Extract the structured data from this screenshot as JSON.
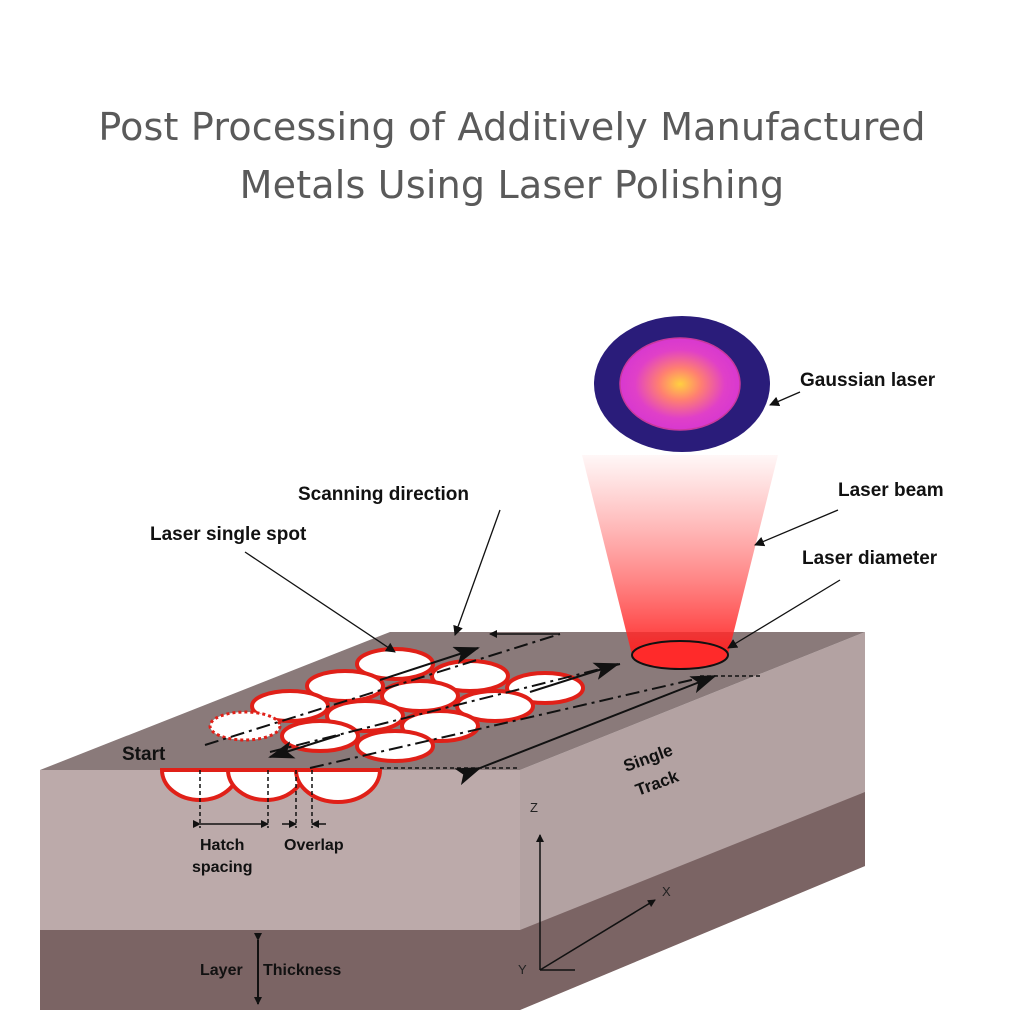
{
  "title": {
    "line1": "Post Processing of Additively Manufactured",
    "line2": "Metals Using Laser Polishing"
  },
  "labels": {
    "gaussian_laser": "Gaussian laser",
    "laser_beam": "Laser beam",
    "laser_diameter": "Laser diameter",
    "scanning_direction": "Scanning direction",
    "laser_single_spot": "Laser single spot",
    "start": "Start",
    "single": "Single",
    "track": "Track",
    "hatch": "Hatch",
    "spacing": "spacing",
    "overlap": "Overlap",
    "layer": "Layer",
    "thickness": "Thickness",
    "axis_z": "Z",
    "axis_x": "X",
    "axis_y": "Y"
  },
  "colors": {
    "title": "#5a5a5a",
    "block_top": "#8a7a7a",
    "block_front": "#b9a9a9",
    "block_side": "#b0a0a0",
    "layer_band": "#7b6464",
    "spot_outline": "#e02018",
    "laser_outer": "#2a1c7a",
    "laser_mid": "#e040c8",
    "laser_core": "#ffd040",
    "beam": "#ff3030"
  }
}
